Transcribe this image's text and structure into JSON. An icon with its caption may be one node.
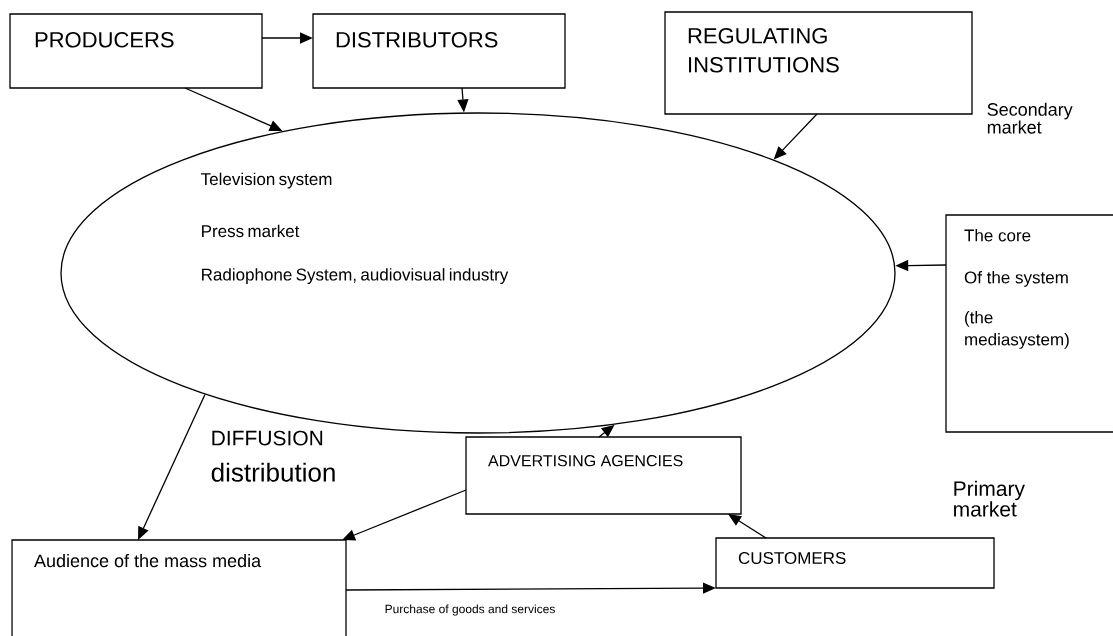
{
  "diagram": {
    "nodes": [
      {
        "text": [
          "PRODUCERS"
        ]
      },
      {
        "text": [
          "DISTRIBUTORS"
        ]
      },
      {
        "text": [
          "REGULATING INSTITUTIONS"
        ]
      },
      {
        "text": [
          "Television system",
          "Press market",
          "Radiophone System, audiovisual industry"
        ]
      },
      {
        "text": [
          "The core",
          "Of the system",
          "(the mediasystem)"
        ]
      },
      {
        "text": [
          "ADVERTISING AGENCIES"
        ]
      },
      {
        "text": [
          "Audience of the mass media"
        ]
      },
      {
        "text": [
          "CUSTOMERS"
        ]
      }
    ],
    "edges": [
      {
        "from": 0,
        "to": 1,
        "arrow": "to"
      },
      {
        "from": 0,
        "to": 3,
        "arrow": "to"
      },
      {
        "from": 1,
        "to": 3,
        "arrow": "to"
      },
      {
        "from": 2,
        "to": 3,
        "arrow": "to"
      },
      {
        "from": 4,
        "to": 3,
        "arrow": "to"
      },
      {
        "from": 3,
        "to": 6,
        "arrow": "to"
      },
      {
        "from": 5,
        "to": 3,
        "arrow": "to"
      },
      {
        "from": 5,
        "to": 6,
        "arrow": "to"
      },
      {
        "from": 7,
        "to": 5,
        "arrow": "to"
      },
      {
        "from": 6,
        "to": 7,
        "arrow": "to",
        "label": "Purchase of goods and services"
      }
    ],
    "labels": [
      "Secondary market",
      "DIFFUSION",
      "distribution",
      "Primary market"
    ]
  }
}
